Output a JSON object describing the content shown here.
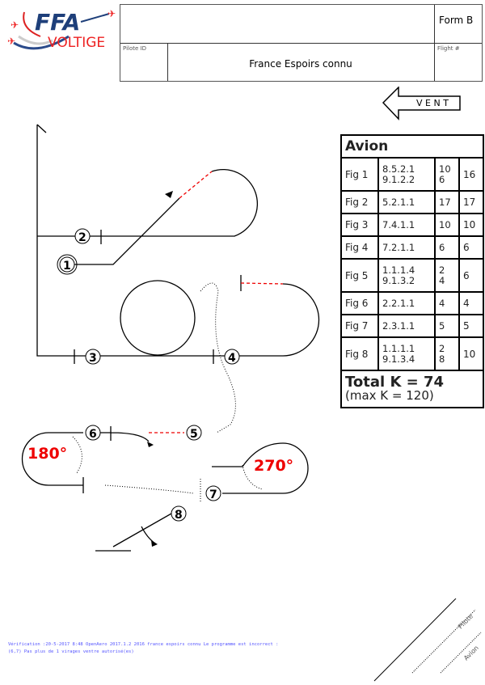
{
  "logo": {
    "text": "FFA VOLTIGE"
  },
  "header": {
    "form": "Form B",
    "pilot_label": "Pilote ID",
    "sequence_name": "France Espoirs connu",
    "flight_label": "Flight #"
  },
  "wind": {
    "label": "V E N T"
  },
  "table": {
    "title": "Avion",
    "rows": [
      {
        "fig": "Fig 1",
        "codes": [
          "8.5.2.1",
          "9.1.2.2"
        ],
        "ks": [
          "10",
          "6"
        ],
        "total": "16"
      },
      {
        "fig": "Fig 2",
        "codes": [
          "5.2.1.1"
        ],
        "ks": [
          "17"
        ],
        "total": "17"
      },
      {
        "fig": "Fig 3",
        "codes": [
          "7.4.1.1"
        ],
        "ks": [
          "10"
        ],
        "total": "10"
      },
      {
        "fig": "Fig 4",
        "codes": [
          "7.2.1.1"
        ],
        "ks": [
          "6"
        ],
        "total": "6"
      },
      {
        "fig": "Fig 5",
        "codes": [
          "1.1.1.4",
          "9.1.3.2"
        ],
        "ks": [
          "2",
          "4"
        ],
        "total": "6"
      },
      {
        "fig": "Fig 6",
        "codes": [
          "2.2.1.1"
        ],
        "ks": [
          "4"
        ],
        "total": "4"
      },
      {
        "fig": "Fig 7",
        "codes": [
          "2.3.1.1"
        ],
        "ks": [
          "5"
        ],
        "total": "5"
      },
      {
        "fig": "Fig 8",
        "codes": [
          "1.1.1.1",
          "9.1.3.4"
        ],
        "ks": [
          "2",
          "8"
        ],
        "total": "10"
      }
    ],
    "total": "Total K = 74",
    "max": "(max K = 120)"
  },
  "diagram": {
    "figures": [
      "1",
      "2",
      "3",
      "4",
      "5",
      "6",
      "7",
      "8"
    ],
    "angle_6": "180°",
    "angle_7": "270°"
  },
  "footer": {
    "line1": "Vérification :20-5-2017 8:48 OpenAero 2017.1.2 2016 france espoirs connu Le programme est incorrect :",
    "line2": "(6,7) Pas plus de 1 virages ventre autorisé(es)"
  },
  "signatures": {
    "pilot": "Pilote",
    "judge": "Avion"
  }
}
